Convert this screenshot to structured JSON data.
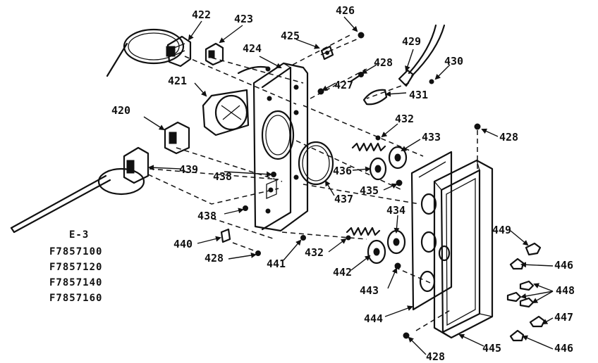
{
  "diagram": {
    "type": "exploded-parts-view",
    "title_lines": [
      "E-3",
      "F7857100",
      "F7857120",
      "F7857140",
      "F7857160"
    ],
    "part_labels": [
      "420",
      "421",
      "422",
      "423",
      "424",
      "425",
      "426",
      "427",
      "428",
      "429",
      "430",
      "431",
      "432",
      "433",
      "434",
      "435",
      "436",
      "437",
      "438",
      "439",
      "440",
      "441",
      "442",
      "443",
      "444",
      "445",
      "446",
      "447",
      "448",
      "449"
    ]
  }
}
